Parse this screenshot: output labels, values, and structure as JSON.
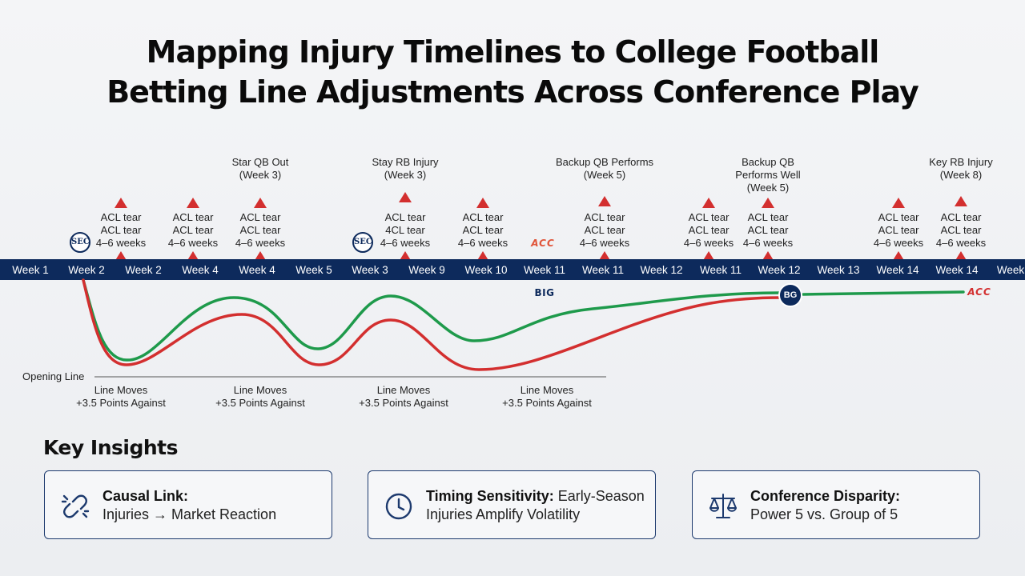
{
  "title": {
    "line1": "Mapping Injury Timelines to College Football",
    "line2": "Betting Line Adjustments Across Conference Play"
  },
  "events": [
    {
      "name": "Star QB Out",
      "week": "(Week 3)"
    },
    {
      "name": "Stay RB Injury",
      "week": "(Week 3)"
    },
    {
      "name": "Backup QB Performs",
      "week": "(Week 5)"
    },
    {
      "name": "Backup QB",
      "name2": "Performs Well",
      "week": "(Week 5)"
    },
    {
      "name": "Key RB Injury",
      "week": "(Week 8)"
    }
  ],
  "injuries": [
    {
      "l1": "ACL tear",
      "l2": "ACL tear",
      "l3": "4–6 weeks"
    },
    {
      "l1": "ACL tear",
      "l2": "ACL tear",
      "l3": "4–6 weeks"
    },
    {
      "l1": "ACL tear",
      "l2": "ACL tear",
      "l3": "4–6 weeks"
    },
    {
      "l1": "ACL tear",
      "l2": "4CL tear",
      "l3": "4–6 weeks"
    },
    {
      "l1": "ACL tear",
      "l2": "ACL tear",
      "l3": "4–6 weeks"
    },
    {
      "l1": "ACL tear",
      "l2": "ACL tear",
      "l3": "4–6 weeks"
    },
    {
      "l1": "ACL tear",
      "l2": "ACL tear",
      "l3": "4–6 weeks"
    },
    {
      "l1": "ACL tear",
      "l2": "ACL tear",
      "l3": "4–6 weeks"
    },
    {
      "l1": "ACL tear",
      "l2": "ACL tear",
      "l3": "4–6 weeks"
    },
    {
      "l1": "ACL tear",
      "l2": "ACL tear",
      "l3": "4–6 weeks"
    }
  ],
  "weeks": [
    "Week 1",
    "Week 2",
    "Week 2",
    "Week 4",
    "Week 4",
    "Week 5",
    "Week 3",
    "Week 9",
    "Week 10",
    "Week 11",
    "Week 11",
    "Week 12",
    "Week 11",
    "Week 12",
    "Week 13",
    "Week 14",
    "Week 14",
    "Week"
  ],
  "logos": {
    "sec": "SEC",
    "acc": "ACC",
    "big": "BIG",
    "bg": "BG",
    "acc_color": "#e0553a",
    "acc2_color": "#d32f2f"
  },
  "baseline_label": "Opening Line",
  "line_moves": [
    {
      "l1": "Line Moves",
      "l2": "+3.5 Points Against"
    },
    {
      "l1": "Line Moves",
      "l2": "+3.5 Points Against"
    },
    {
      "l1": "Line Moves",
      "l2": "+3.5 Points Against"
    },
    {
      "l1": "Line Moves",
      "l2": "+3.5 Points Against"
    }
  ],
  "colors": {
    "bar": "#0d2a5c",
    "red": "#d32f2f",
    "green": "#1e9a4b",
    "card_border": "#1d3a6e"
  },
  "insights": {
    "heading": "Key Insights",
    "cards": [
      {
        "icon": "broken-link-icon",
        "bold": "Causal Link:",
        "rest": "",
        "line2": "Injuries → Market Reaction"
      },
      {
        "icon": "clock-icon",
        "bold": "Timing Sensitivity:",
        "rest": " Early-Season",
        "line2": "Injuries Amplify Volatility"
      },
      {
        "icon": "scales-icon",
        "bold": "Conference Disparity:",
        "rest": "",
        "line2": "Power 5 vs. Group of 5"
      }
    ]
  }
}
